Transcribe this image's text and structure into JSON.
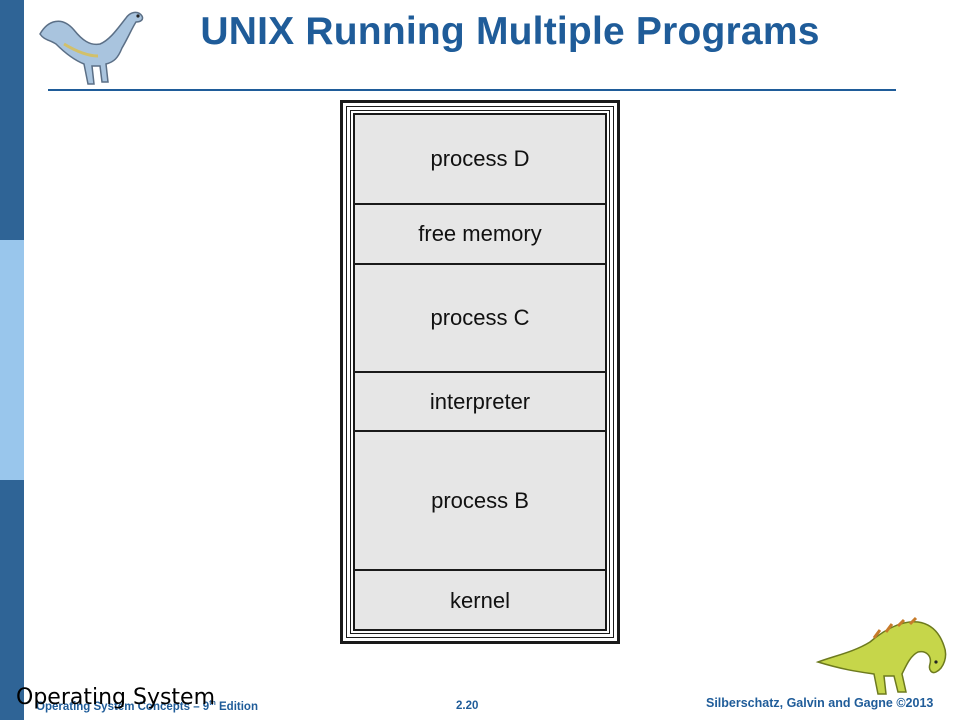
{
  "slide": {
    "title": "UNIX Running Multiple Programs"
  },
  "memory_layout": {
    "segments": [
      {
        "label": "process D"
      },
      {
        "label": "free memory"
      },
      {
        "label": "process C"
      },
      {
        "label": "interpreter"
      },
      {
        "label": "process B"
      },
      {
        "label": "kernel"
      }
    ]
  },
  "footer": {
    "book_prefix": "Operating System Concepts – 9",
    "book_sup": "th",
    "book_suffix": " Edition",
    "overlay": "Operating System",
    "page": "2.20",
    "copyright": "Silberschatz, Galvin and Gagne ©2013"
  },
  "icons": {
    "top_left": "dinosaur-icon",
    "bottom_right": "dinosaur-icon"
  },
  "colors": {
    "accent": "#1f5c99",
    "sidebar_dark": "#2f6496",
    "sidebar_light": "#99c6ec",
    "segment_fill": "#e6e6e6"
  }
}
